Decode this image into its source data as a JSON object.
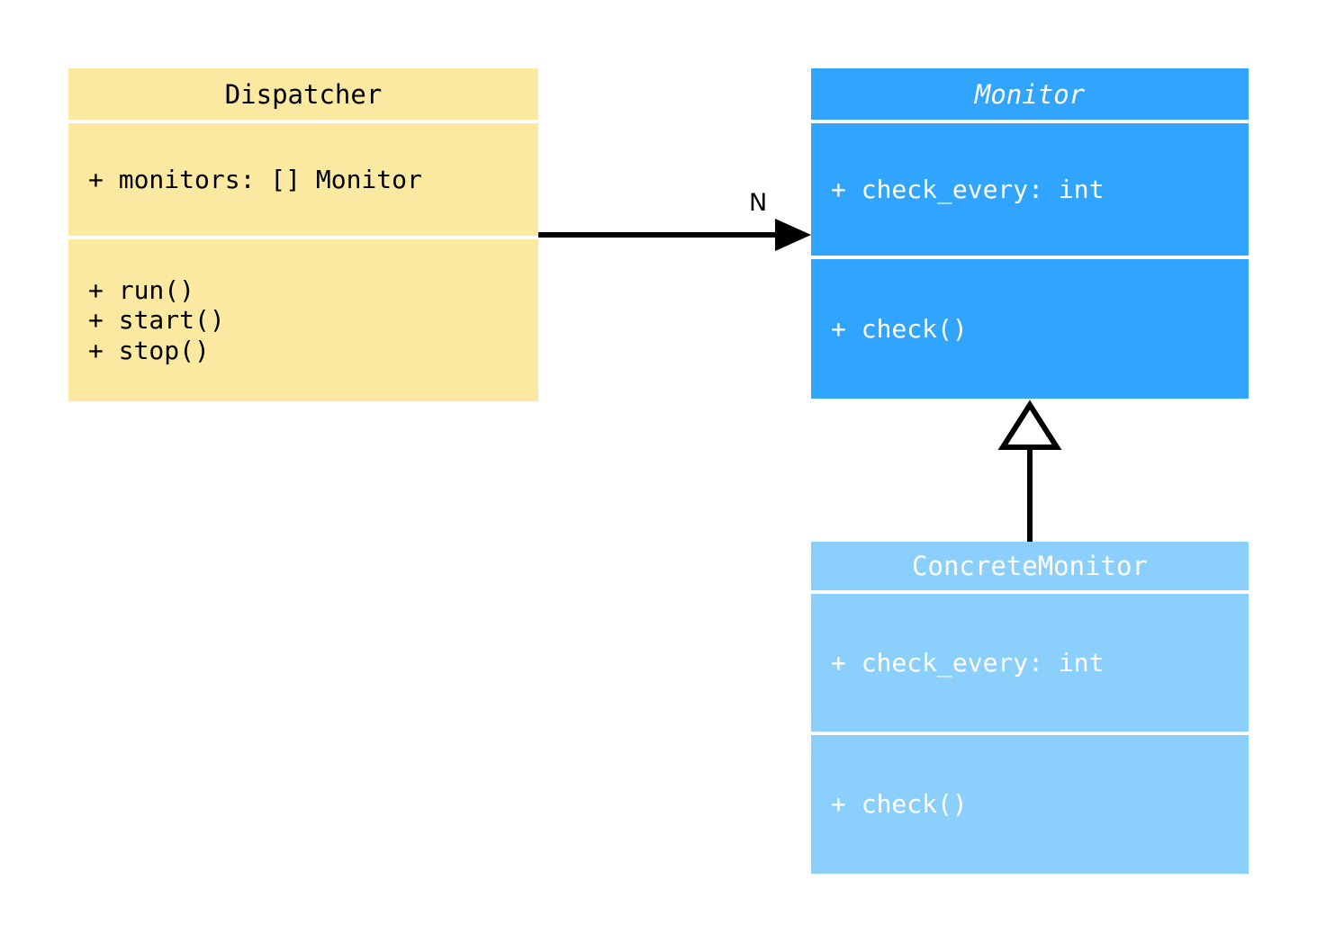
{
  "diagram": {
    "type": "uml-class-diagram",
    "background": "#ffffff",
    "classes": [
      {
        "id": "dispatcher",
        "name": "Dispatcher",
        "abstract": false,
        "fill": "#fbe9a2",
        "text_color": "#000000",
        "attributes": [
          "+ monitors: [] Monitor"
        ],
        "methods": [
          "+ run()",
          "+ start()",
          "+ stop()"
        ]
      },
      {
        "id": "monitor",
        "name": "Monitor",
        "abstract": true,
        "fill": "#31a4fd",
        "text_color": "#ffffff",
        "attributes": [
          "+ check_every: int"
        ],
        "methods": [
          "+ check()"
        ]
      },
      {
        "id": "concrete_monitor",
        "name": "ConcreteMonitor",
        "abstract": false,
        "fill": "#8bcffd",
        "text_color": "#ffffff",
        "attributes": [
          "+ check_every: int"
        ],
        "methods": [
          "+ check()"
        ]
      }
    ],
    "relationships": [
      {
        "id": "dispatcher-to-monitor",
        "kind": "association",
        "arrowhead": "solid-filled",
        "from": "Dispatcher",
        "to": "Monitor",
        "multiplicity_label": "N",
        "color": "#000000"
      },
      {
        "id": "concrete-to-monitor",
        "kind": "inheritance",
        "arrowhead": "hollow-triangle",
        "from": "ConcreteMonitor",
        "to": "Monitor",
        "multiplicity_label": "",
        "color": "#000000"
      }
    ]
  }
}
